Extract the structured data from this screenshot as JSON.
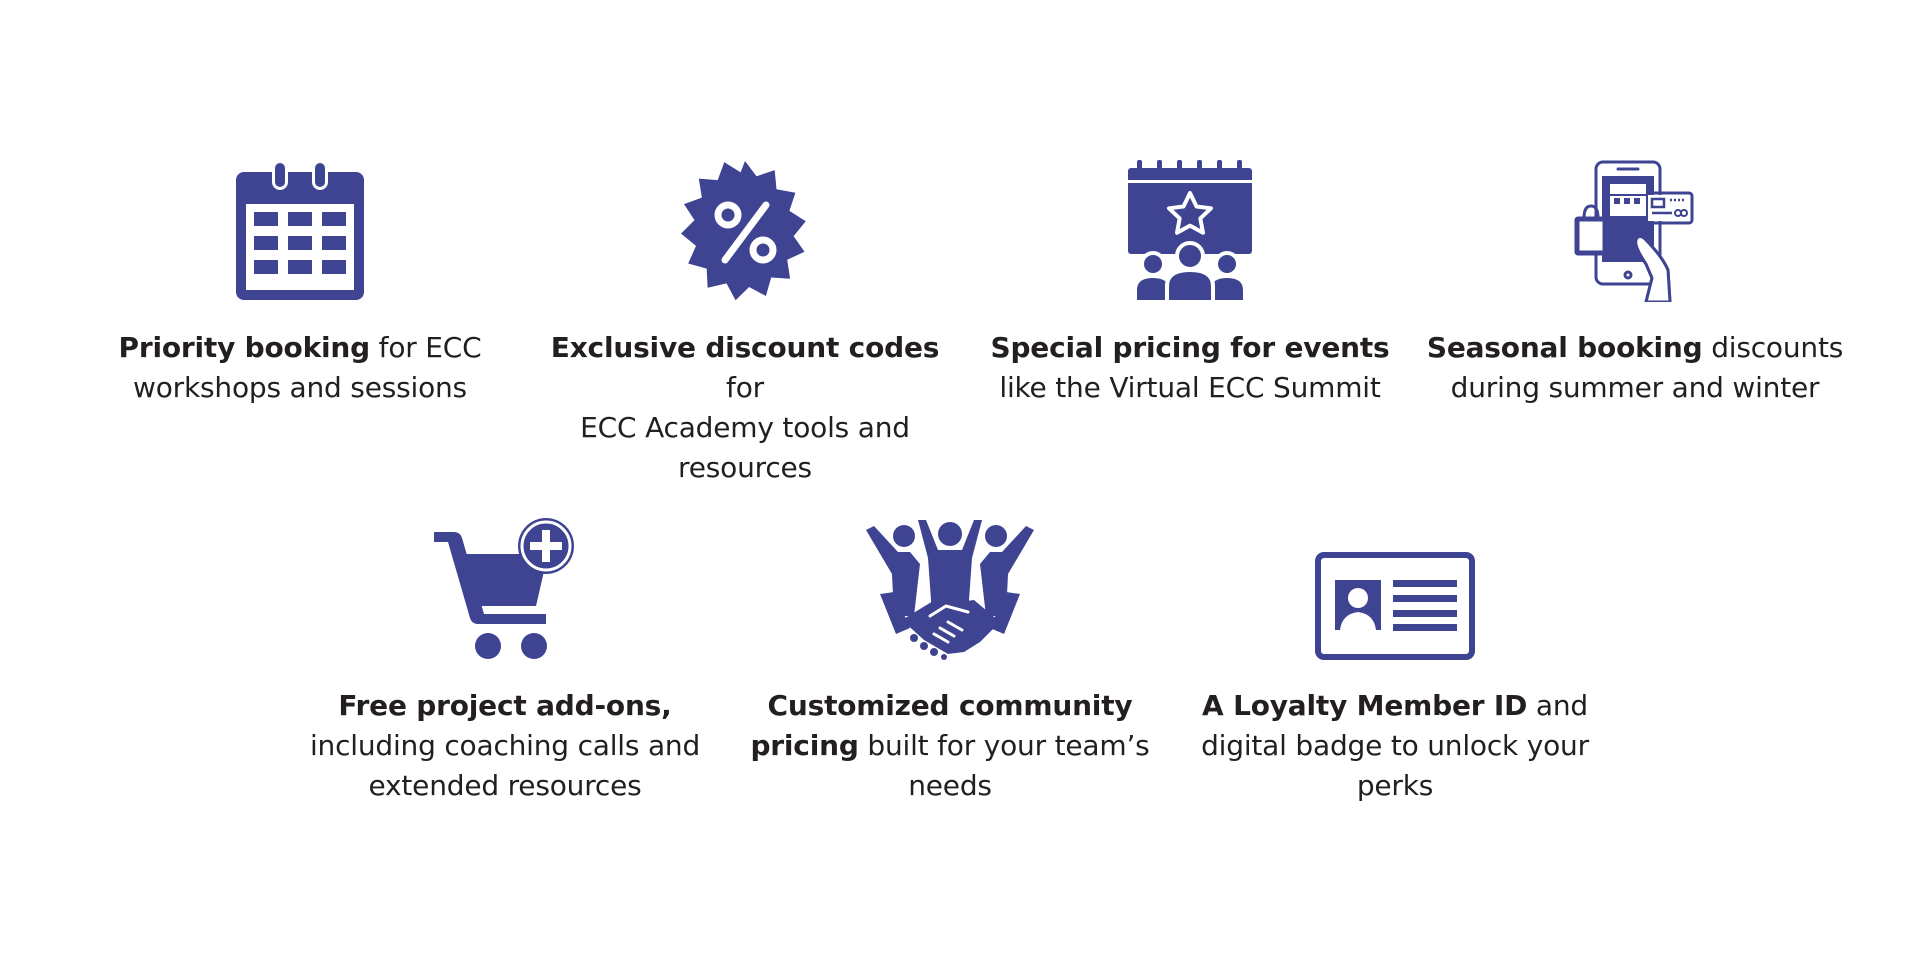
{
  "colors": {
    "icon": "#3e4491",
    "text": "#231f20",
    "background": "#ffffff"
  },
  "benefits": [
    {
      "icon": "calendar-icon",
      "bold": "Priority booking",
      "line_rest": " for ECC",
      "line2": "workshops and sessions",
      "line3": ""
    },
    {
      "icon": "discount-badge-icon",
      "bold": "Exclusive discount codes",
      "line_rest": " for",
      "line2": "ECC Academy tools and",
      "line3": "resources"
    },
    {
      "icon": "event-calendar-star-icon",
      "bold": "Special pricing for events",
      "line_rest": "",
      "line2": "like the Virtual ECC Summit",
      "line3": ""
    },
    {
      "icon": "mobile-shopping-icon",
      "bold": "Seasonal booking",
      "line_rest": " discounts",
      "line2": "during summer and winter",
      "line3": ""
    },
    {
      "icon": "cart-add-icon",
      "bold": "Free project add-ons,",
      "line_rest": "",
      "line2": "including coaching calls and",
      "line3": "extended resources"
    },
    {
      "icon": "community-handshake-icon",
      "bold": "Customized community",
      "line_rest": "",
      "line2_bold": "pricing",
      "line2": " built for your team’s",
      "line3": "needs"
    },
    {
      "icon": "id-card-icon",
      "bold": "A Loyalty Member ID",
      "line_rest": " and",
      "line2": "digital badge to unlock your",
      "line3": "perks"
    }
  ]
}
